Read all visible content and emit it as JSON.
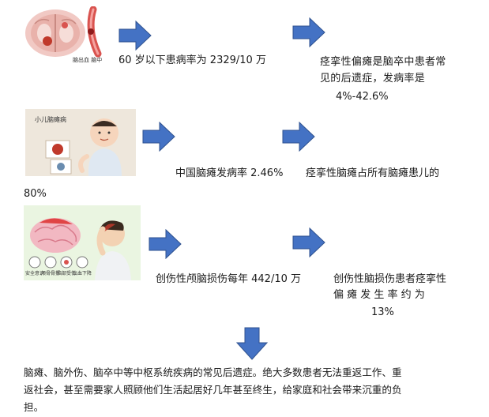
{
  "colors": {
    "arrow_fill": "#4472c4",
    "arrow_stroke": "#2f528f",
    "text": "#1a1a1a"
  },
  "icons": {
    "arrow": "right-arrow-icon",
    "down_arrow": "down-arrow-icon"
  },
  "row1": {
    "stat_left": "60 岁以下患病率为 2329/10 万",
    "stat_right_line1": "痉挛性偏瘫是脑卒中患者常",
    "stat_right_line2": "见的后遗症，发病率是",
    "stat_right_line3": "4%-42.6%",
    "image_label": "脑出血 脑中"
  },
  "row2": {
    "stat_left": "中国脑瘫发病率 2.46%",
    "stat_right_line1": "痉挛性脑瘫占所有脑瘫患儿的",
    "stat_right_line2": "80%",
    "image_label": "小儿脑瘫病"
  },
  "row3": {
    "stat_left": "创伤性颅脑损伤每年 442/10 万",
    "stat_right_line1": "创伤性脑损伤患者痉挛性",
    "stat_right_line2": "偏 瘫 发 生 率 约 为",
    "stat_right_line3": "13%",
    "image_labels": [
      "安全意识",
      "颅骨骨折",
      "脑部受伤",
      "出血下降"
    ]
  },
  "summary": {
    "line1": "脑瘫、脑外伤、脑卒中等中枢系统疾病的常见后遗症。绝大多数患者无法重返工作、重",
    "line2": "返社会，甚至需要家人照顾他们生活起居好几年甚至终生，给家庭和社会带来沉重的负",
    "line3": "担。"
  }
}
